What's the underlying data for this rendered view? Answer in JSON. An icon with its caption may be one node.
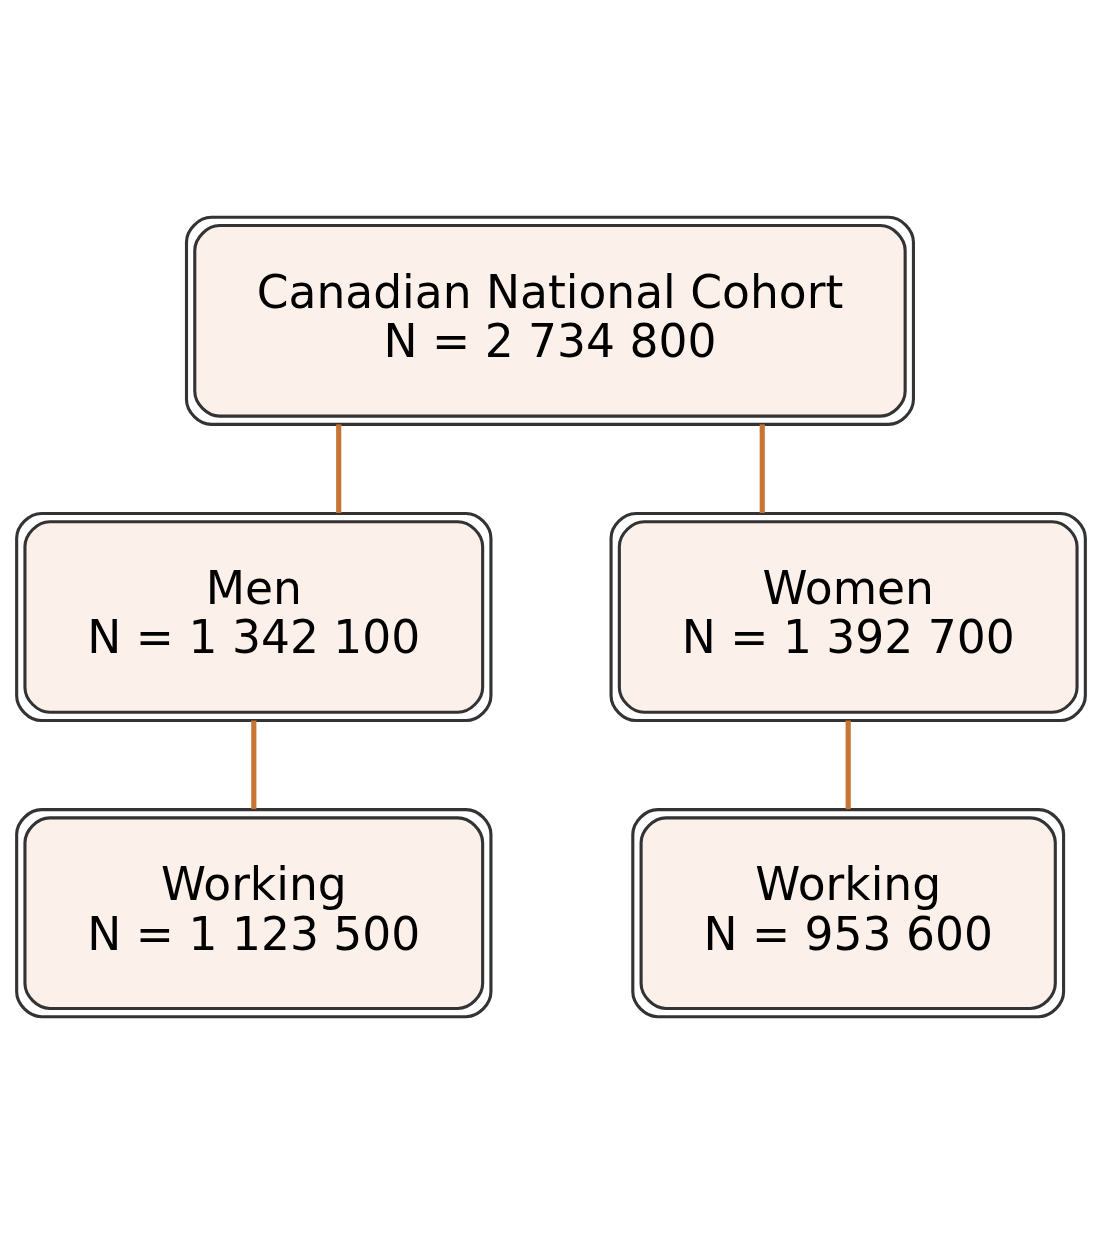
{
  "diagram": {
    "nodes": [
      {
        "text": [
          "Canadian National Cohort",
          "N = 2 734 800"
        ]
      },
      {
        "text": [
          "Men",
          "N = 1 342 100"
        ]
      },
      {
        "text": [
          "Women",
          "N = 1 392 700"
        ]
      },
      {
        "text": [
          "Working",
          "N = 1 123 500"
        ]
      },
      {
        "text": [
          "Working",
          "N = 953 600"
        ]
      }
    ],
    "edges": [
      {
        "from": 0,
        "to": 1,
        "arrow": "none"
      },
      {
        "from": 0,
        "to": 2,
        "arrow": "none"
      },
      {
        "from": 1,
        "to": 3,
        "arrow": "none"
      },
      {
        "from": 2,
        "to": 4,
        "arrow": "none"
      }
    ]
  }
}
